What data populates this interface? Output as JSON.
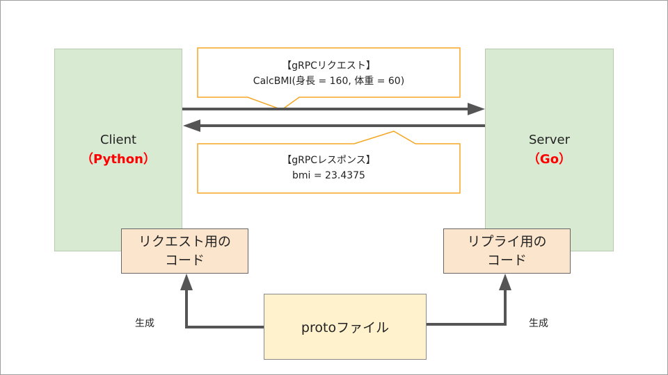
{
  "client": {
    "name": "Client",
    "lang": "（Python）"
  },
  "server": {
    "name": "Server",
    "lang": "（Go）"
  },
  "request": {
    "title": "【gRPCリクエスト】",
    "body": "CalcBMI(身長 = 160, 体重 = 60)"
  },
  "response": {
    "title": "【gRPCレスポンス】",
    "body": "bmi = 23.4375"
  },
  "client_code": {
    "line1": "リクエスト用の",
    "line2": "コード"
  },
  "server_code": {
    "line1": "リプライ用の",
    "line2": "コード"
  },
  "proto": {
    "label": "protoファイル"
  },
  "generate_left": "生成",
  "generate_right": "生成",
  "colors": {
    "callout_border": "#f5a623",
    "arrow": "#555555",
    "accent": "#ff0000"
  }
}
